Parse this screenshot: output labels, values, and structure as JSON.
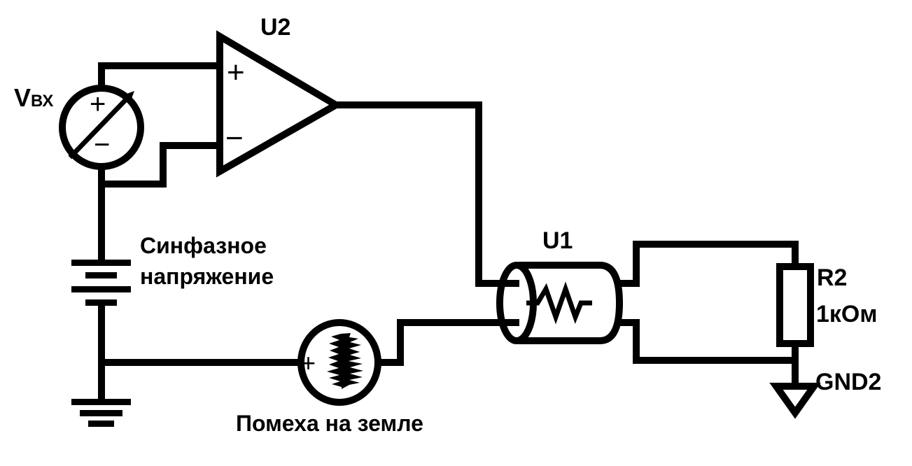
{
  "diagram": {
    "type": "circuit-schematic",
    "language": "ru",
    "components": {
      "opamp": {
        "ref": "U2",
        "pin_plus": "+",
        "pin_minus": "−"
      },
      "input_source": {
        "label_main": "V",
        "label_sub": "ВХ",
        "pin_plus": "+",
        "pin_minus": "−"
      },
      "battery": {
        "label_line1": "Синфазное",
        "label_line2": "напряжение"
      },
      "noise_source": {
        "label": "Помеха на земле",
        "pin_plus": "+"
      },
      "isolator": {
        "ref": "U1"
      },
      "resistor": {
        "ref": "R2",
        "value": "1кОм"
      },
      "ground2": {
        "label": "GND2"
      }
    }
  }
}
